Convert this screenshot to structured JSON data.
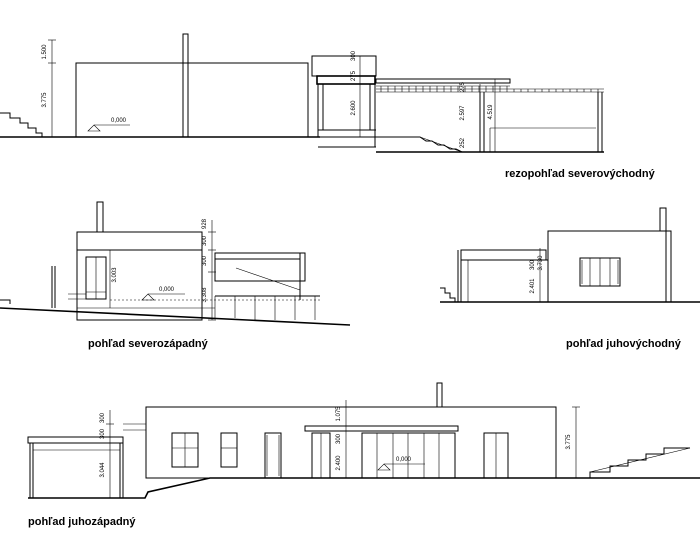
{
  "titles": {
    "nne": "rezopohľad severovýchodný",
    "nw": "pohľad severozápadný",
    "se": "pohľad juhovýchodný",
    "sw": "pohľad juhozápadný"
  },
  "elevations": {
    "nne": [
      "0,000"
    ],
    "nw": [
      "0,000"
    ],
    "sw": [
      "0,000"
    ]
  },
  "dims": {
    "nne": [
      "1.500",
      "3.775",
      "300",
      "275",
      "2.600",
      "2.597",
      "4.519",
      "275",
      "252"
    ],
    "nw": [
      "300",
      "300",
      "3.003",
      "3.308",
      "928"
    ],
    "se": [
      "300",
      "3.730",
      "2.401"
    ],
    "sw": [
      "300",
      "300",
      "3.044",
      "1.075",
      "300",
      "2.400",
      "3.775"
    ]
  }
}
